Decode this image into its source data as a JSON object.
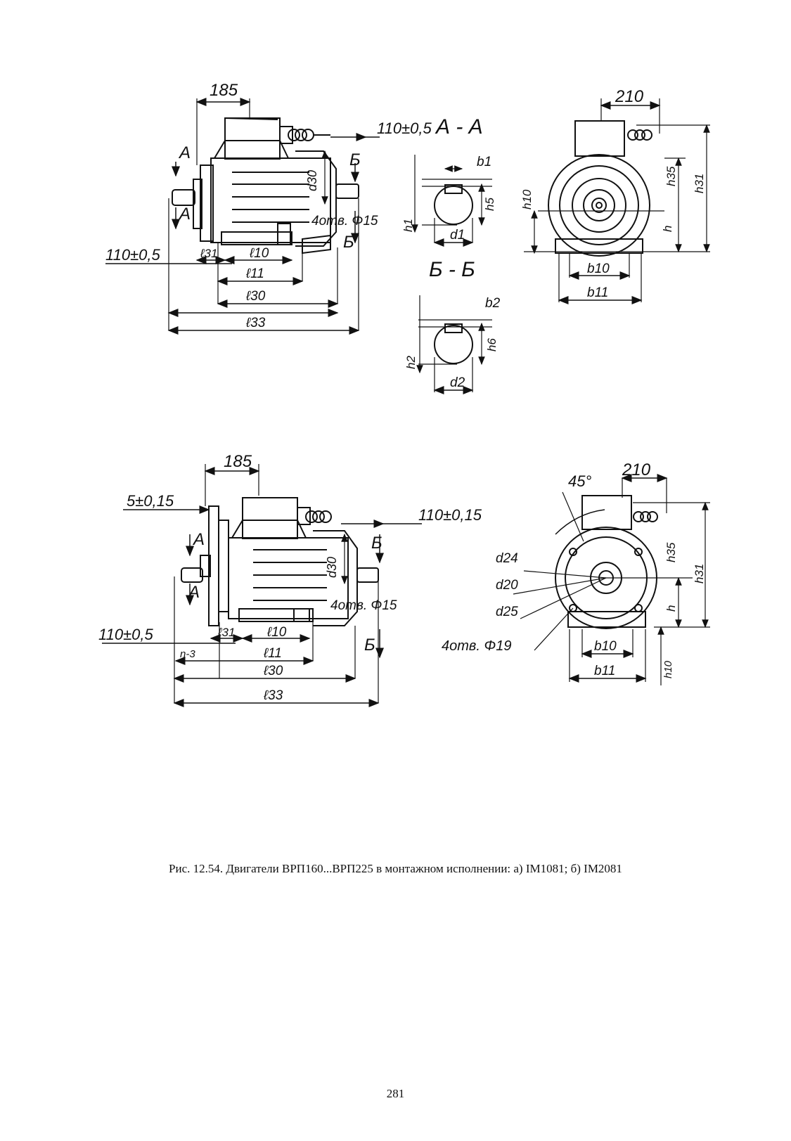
{
  "figure_a": {
    "side": {
      "dim_185": "185",
      "dim_110_05_top": "110±0,5",
      "dim_110_05_left": "110±0,5",
      "sec_a_top": "А",
      "sec_a_bottom": "А",
      "sec_b_top": "Б",
      "sec_b_bottom": "Б",
      "d30": "d30",
      "holes": "4отв. Φ15",
      "l31": "ℓ31",
      "l10": "ℓ10",
      "l11": "ℓ11",
      "l30": "ℓ30",
      "l33": "ℓ33"
    },
    "section_aa": {
      "title": "А - А",
      "b1": "b1",
      "h5": "h5",
      "h1": "h1",
      "d1": "d1"
    },
    "section_bb": {
      "title": "Б - Б",
      "b2": "b2",
      "h6": "h6",
      "h2": "h2",
      "d2": "d2"
    },
    "front": {
      "dim_210": "210",
      "h35": "h35",
      "h31": "h31",
      "h10": "h10",
      "h": "h",
      "b10": "b10",
      "b11": "b11"
    }
  },
  "figure_b": {
    "side": {
      "dim_185": "185",
      "dim_5_015": "5±0,15",
      "dim_110_015": "110±0,15",
      "dim_110_05_left": "110±0,5",
      "sec_a_top": "А",
      "sec_a_bottom": "А",
      "sec_b_top": "Б",
      "sec_b_bottom": "Б",
      "d30": "d30",
      "holes": "4отв. Φ15",
      "l31": "ℓ31",
      "l10": "ℓ10",
      "l11": "ℓ11",
      "l30": "ℓ30",
      "l33": "ℓ33",
      "n3": "n-3"
    },
    "front": {
      "angle": "45°",
      "dim_210": "210",
      "d24": "d24",
      "d20": "d20",
      "d25": "d25",
      "holes": "4отв. Φ19",
      "h35": "h35",
      "h31": "h31",
      "h": "h",
      "h10": "h10",
      "b10": "b10",
      "b11": "b11"
    }
  },
  "caption": "Рис. 12.54. Двигатели ВРП160...ВРП225 в монтажном исполнении:  а) IM1081;  б) IM2081",
  "page_number": "281"
}
